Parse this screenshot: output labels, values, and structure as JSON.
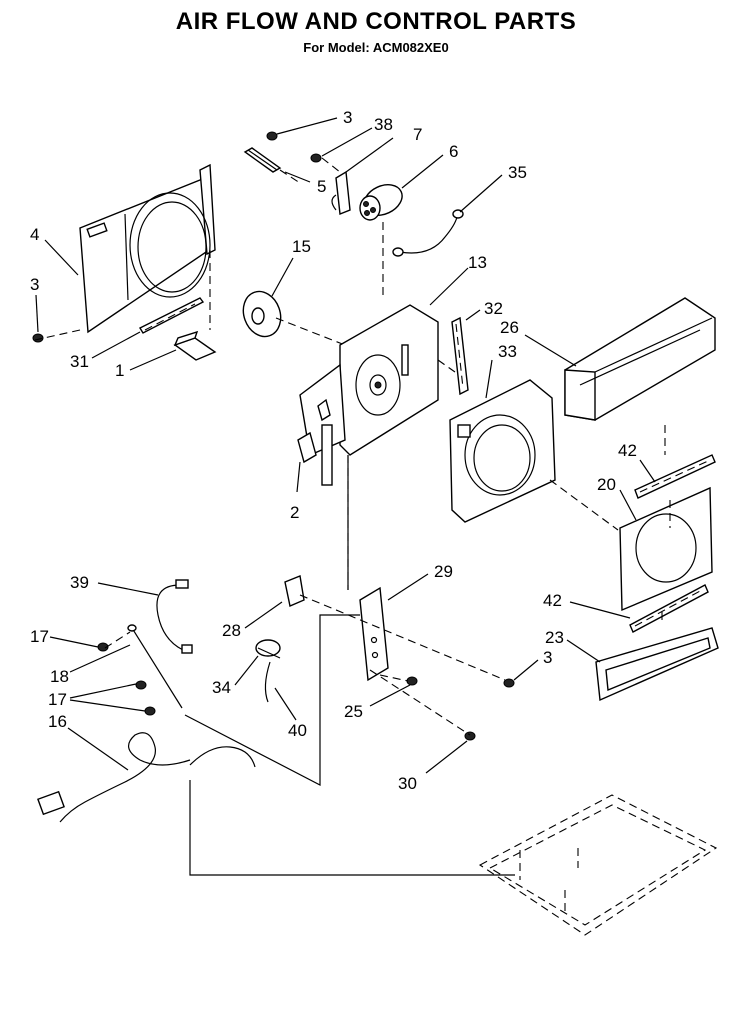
{
  "header": {
    "title": "AIR FLOW AND CONTROL PARTS",
    "subtitle": "For Model: ACM082XE0"
  },
  "callouts": [
    {
      "id": "c3a",
      "text": "3"
    },
    {
      "id": "c38",
      "text": "38"
    },
    {
      "id": "c7",
      "text": "7"
    },
    {
      "id": "c6",
      "text": "6"
    },
    {
      "id": "c5",
      "text": "5"
    },
    {
      "id": "c35",
      "text": "35"
    },
    {
      "id": "c4",
      "text": "4"
    },
    {
      "id": "c3b",
      "text": "3"
    },
    {
      "id": "c15",
      "text": "15"
    },
    {
      "id": "c13",
      "text": "13"
    },
    {
      "id": "c32",
      "text": "32"
    },
    {
      "id": "c26",
      "text": "26"
    },
    {
      "id": "c33",
      "text": "33"
    },
    {
      "id": "c31",
      "text": "31"
    },
    {
      "id": "c1",
      "text": "1"
    },
    {
      "id": "c42a",
      "text": "42"
    },
    {
      "id": "c20",
      "text": "20"
    },
    {
      "id": "c2",
      "text": "2"
    },
    {
      "id": "c39",
      "text": "39"
    },
    {
      "id": "c29",
      "text": "29"
    },
    {
      "id": "c17a",
      "text": "17"
    },
    {
      "id": "c28",
      "text": "28"
    },
    {
      "id": "c42b",
      "text": "42"
    },
    {
      "id": "c23",
      "text": "23"
    },
    {
      "id": "c18",
      "text": "18"
    },
    {
      "id": "c3c",
      "text": "3"
    },
    {
      "id": "c34",
      "text": "34"
    },
    {
      "id": "c17b",
      "text": "17"
    },
    {
      "id": "c16",
      "text": "16"
    },
    {
      "id": "c25",
      "text": "25"
    },
    {
      "id": "c40",
      "text": "40"
    },
    {
      "id": "c30",
      "text": "30"
    }
  ]
}
